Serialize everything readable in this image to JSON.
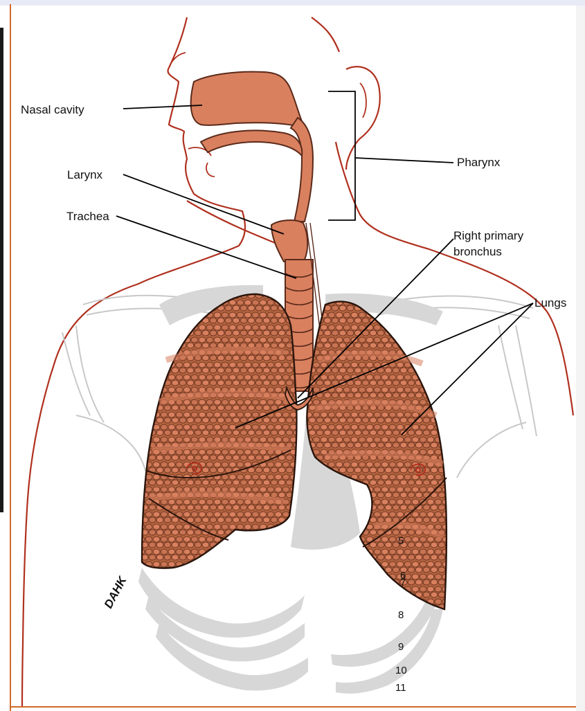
{
  "labels": {
    "nasal_cavity": "Nasal cavity",
    "larynx": "Larynx",
    "trachea": "Trachea",
    "pharynx": "Pharynx",
    "right_primary_bronchus_line1": "Right primary",
    "right_primary_bronchus_line2": "bronchus",
    "lungs": "Lungs"
  },
  "rib_numbers": [
    "5",
    "6",
    "7",
    "8",
    "9",
    "10",
    "11"
  ],
  "signature": "DAHK",
  "colors": {
    "outline": "#b0301e",
    "organ_fill": "#d9805f",
    "lung_dark": "#8a4a30",
    "lung_mid": "#b5643f",
    "bone": "#c8c8c8",
    "shadow": "#d7d7d7",
    "frame_top": "#e8eaf6",
    "frame_left": "#cf6a2a"
  }
}
